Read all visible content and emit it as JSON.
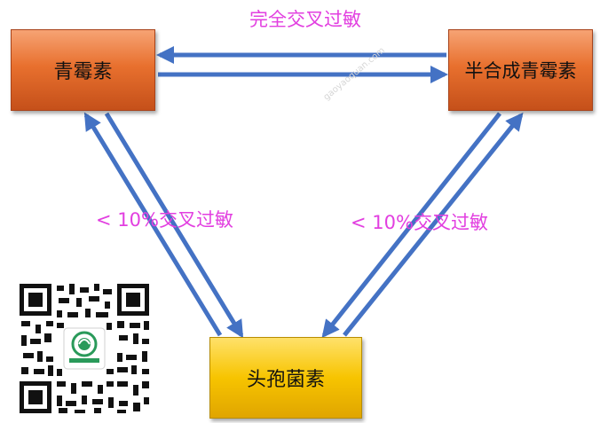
{
  "nodes": {
    "penicillin": "青霉素",
    "semisynthetic": "半合成青霉素",
    "cephalosporin": "头孢菌素"
  },
  "labels": {
    "top": "完全交叉过敏",
    "left": "< 10%交叉过敏",
    "right": "< 10%交叉过敏"
  },
  "watermark": "gaoyaoquan.com",
  "colors": {
    "arrow": "#4472c4",
    "label": "#e23fe0",
    "box_orange": "#e8702e",
    "box_yellow": "#f7c400"
  },
  "icons": [
    "qr-code-icon",
    "logo-seal-icon"
  ]
}
